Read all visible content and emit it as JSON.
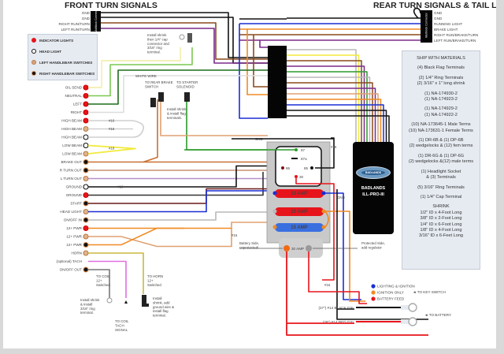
{
  "titles": {
    "front": "FRONT TURN SIGNALS",
    "rear": "REAR TURN SIGNALS & TAIL LIGHT"
  },
  "front_connector": {
    "label": "Multilock Connector",
    "pins": [
      "GND",
      "GND",
      "RIGHT RUN/TURN",
      "LEFT RUN/TURN"
    ]
  },
  "rear_connector": {
    "label": "Multilock Connector",
    "pins": [
      "GND",
      "GND",
      "RUNNING LIGHT",
      "BRAKE LIGHT",
      "RIGHT RUN/BRAKE/TURN",
      "LEFT RUN/BRAKE/TURN"
    ]
  },
  "legend": [
    {
      "label": "INDICATOR LIGHTS",
      "color": "#e8141b"
    },
    {
      "label": "HEAD LIGHT",
      "color": "#ffffff"
    },
    {
      "label": "LEFT HANDLEBAR SWITCHES",
      "color": "#d9a47a"
    },
    {
      "label": "RIGHT HANDLEBAR SWITCHES",
      "color": "#111111"
    }
  ],
  "terminals": [
    {
      "label": "OIL SEND",
      "type": "indicator"
    },
    {
      "label": "NEUTRAL",
      "type": "indicator"
    },
    {
      "label": "LEFT",
      "type": "indicator"
    },
    {
      "label": "RIGHT",
      "type": "indicator"
    },
    {
      "label": "HIGH BEAM",
      "type": "indicator"
    },
    {
      "label": "HIGH BEAM",
      "type": "left"
    },
    {
      "label": "HIGH BEAM",
      "type": "head"
    },
    {
      "label": "LOW BEAM",
      "type": "head"
    },
    {
      "label": "LOW BEAM",
      "type": "left"
    },
    {
      "label": "BRAKE OUT",
      "type": "right"
    },
    {
      "label": "R TURN OUT",
      "type": "right"
    },
    {
      "label": "L TURN OUT",
      "type": "left"
    },
    {
      "label": "GROUND",
      "type": "head"
    },
    {
      "label": "GROUND",
      "type": "indicator"
    },
    {
      "label": "START",
      "type": "right"
    },
    {
      "label": "HEAD LIGHT",
      "type": "left"
    },
    {
      "label": "ON/OFF IN",
      "type": "right"
    },
    {
      "label": "12+ PWR",
      "type": "indicator"
    },
    {
      "label": "12+ PWR",
      "type": "left"
    },
    {
      "label": "12+ PWR",
      "type": "right"
    },
    {
      "label": "HORN",
      "type": "left"
    },
    {
      "label": "(optional) TACH",
      "type": "none"
    },
    {
      "label": "ON/OFF OUT",
      "type": "right"
    }
  ],
  "notes": {
    "shrink_cap": "Install shrink then 1/4\" cap connector and 3/16\" ring terminal.",
    "white_wire": "WHITE WIRE",
    "to_rear_brake": "TO REAR BRAKE SWITCH",
    "to_starter": "TO STARTER SOLENOID",
    "shrink_flag": "Install shrink & install flag terminals.",
    "to_coil_12": "TO COIL 12+ Switched",
    "shrink_ring": "Install shrink & install 3/16\" ring terminal.",
    "to_coil_tach": "TO COIL TACH SIGNAL",
    "to_horn": "TO HORN 12+ Switched",
    "shrink_ground": "Install shrink, add ground wire & install flag terminal.",
    "battery_side": "Battery Side, unprotected!",
    "protected_side": "Protected Side, add regulator",
    "gnd": "GND",
    "gauge16": "#16",
    "to_key_switch": "TO KEY SWITCH",
    "to_battery": "TO BATTERY"
  },
  "relay": {
    "pins": [
      "87",
      "87a",
      "86",
      "85",
      "30"
    ]
  },
  "fuses": [
    {
      "label": "10 AMP",
      "color": "#e8141b"
    },
    {
      "label": "10 AMP",
      "color": "#e8141b"
    },
    {
      "label": "15 AMP",
      "color": "#3a6fe0"
    }
  ],
  "breaker": {
    "label": "30 AMP"
  },
  "module": {
    "brand": "BADLANDS",
    "name": "BADLANDS",
    "model": "ILL-PRO-III"
  },
  "outputs": [
    {
      "label": "LIGHTING & IGNITION",
      "color": "#1a2fd4"
    },
    {
      "label": "IGNITION ONLY",
      "color": "#f08a24"
    },
    {
      "label": "BATTERY FEED",
      "color": "#e8141b"
    }
  ],
  "battery_leads": [
    {
      "label": "(27\") #14 BLACK GXL",
      "color": "#111111"
    },
    {
      "label": "(28\") #14 RED GXL",
      "color": "#e8141b"
    }
  ],
  "ship_with": {
    "title": "SHIP WITH MATERIALS",
    "groups": [
      [
        "(4) Black Flag Terminals"
      ],
      [
        "(2) 1/4\" Ring Terminals",
        "(2) 3/16\" x 1\" long shrink"
      ],
      [
        "(1) NA-174930-2",
        "(1) NA-174923-2"
      ],
      [
        "(1) NA-174929-2",
        "(1) NA-174922-2"
      ],
      [
        "(10) NA-173645-1 Male Terms",
        "(10) NA-173631-1 Female Terms"
      ],
      [
        "(1) DR-6B & (1) DP-6B",
        "(2) wedgelocks & (12) fem terms"
      ],
      [
        "(1) DR-6G & (1) DP-6G",
        "(2) wedgelocks &(12) male terms"
      ],
      [
        "(1) Headlight Socket",
        "& (3) Terminals"
      ],
      [
        "(5) 3/16\" Ring Terminals"
      ],
      [
        "(1) 1/4\" Cap Terminal"
      ],
      [
        "SHRINK",
        "1/2\" ID x 4-Foot Long",
        "3/8\" ID x 2-Foot Long",
        "1/4\" ID x 6-Foot Long",
        "1/8\" ID x 4-Foot Long",
        "3/16\" ID x 6-Feet Long"
      ]
    ]
  },
  "wire_colors": {
    "black": "#111111",
    "brown": "#8a4a1c",
    "purple": "#7a2a8a",
    "blue": "#1a2fd4",
    "orange": "#f08a24",
    "tan": "#e0a070",
    "green": "#2a9a2a",
    "darkgreen": "#1c6e1c",
    "yellow": "#f2ea3a",
    "paleyellow": "#f2eca0",
    "gray": "#b8b8b8",
    "red": "#e8141b",
    "darkred": "#7a1414",
    "pink": "#e070e0",
    "olive": "#c8b840",
    "lightgreen": "#7ac850"
  }
}
